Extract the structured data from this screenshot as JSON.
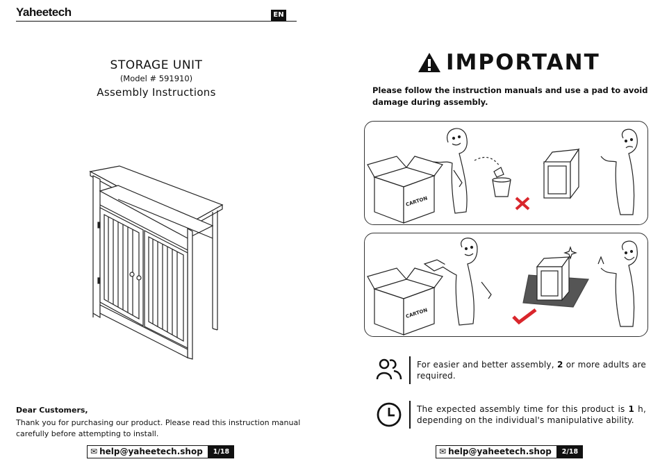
{
  "header": {
    "brand": "Yaheetech",
    "lang": "EN"
  },
  "left_page": {
    "product": "STORAGE UNIT",
    "model": "(Model # 591910)",
    "doc_type": "Assembly Instructions",
    "greeting": "Dear Customers,",
    "body": "Thank you for purchasing our product. Please read this instruction manual carefully before attempting to install.",
    "footer": {
      "email": "help@yaheetech.shop",
      "page": "1/18"
    }
  },
  "right_page": {
    "heading": "IMPORTANT",
    "intro": "Please follow the instruction manuals and use a pad to avoid damage during assembly.",
    "panel_1": {
      "carton_label": "CARTON",
      "mark": "wrong",
      "mark_color": "#d9262c"
    },
    "panel_2": {
      "carton_label": "CARTON",
      "mark": "correct",
      "mark_color": "#d9262c"
    },
    "info": [
      {
        "icon": "people-icon",
        "pre": "For easier and better assembly, ",
        "bold": "2",
        "post": " or more adults are required."
      },
      {
        "icon": "clock-icon",
        "pre": "The expected assembly time for this product is ",
        "bold": "1",
        "post": " h, depending on the individual's manipulative ability."
      }
    ],
    "footer": {
      "email": "help@yaheetech.shop",
      "page": "2/18"
    }
  }
}
